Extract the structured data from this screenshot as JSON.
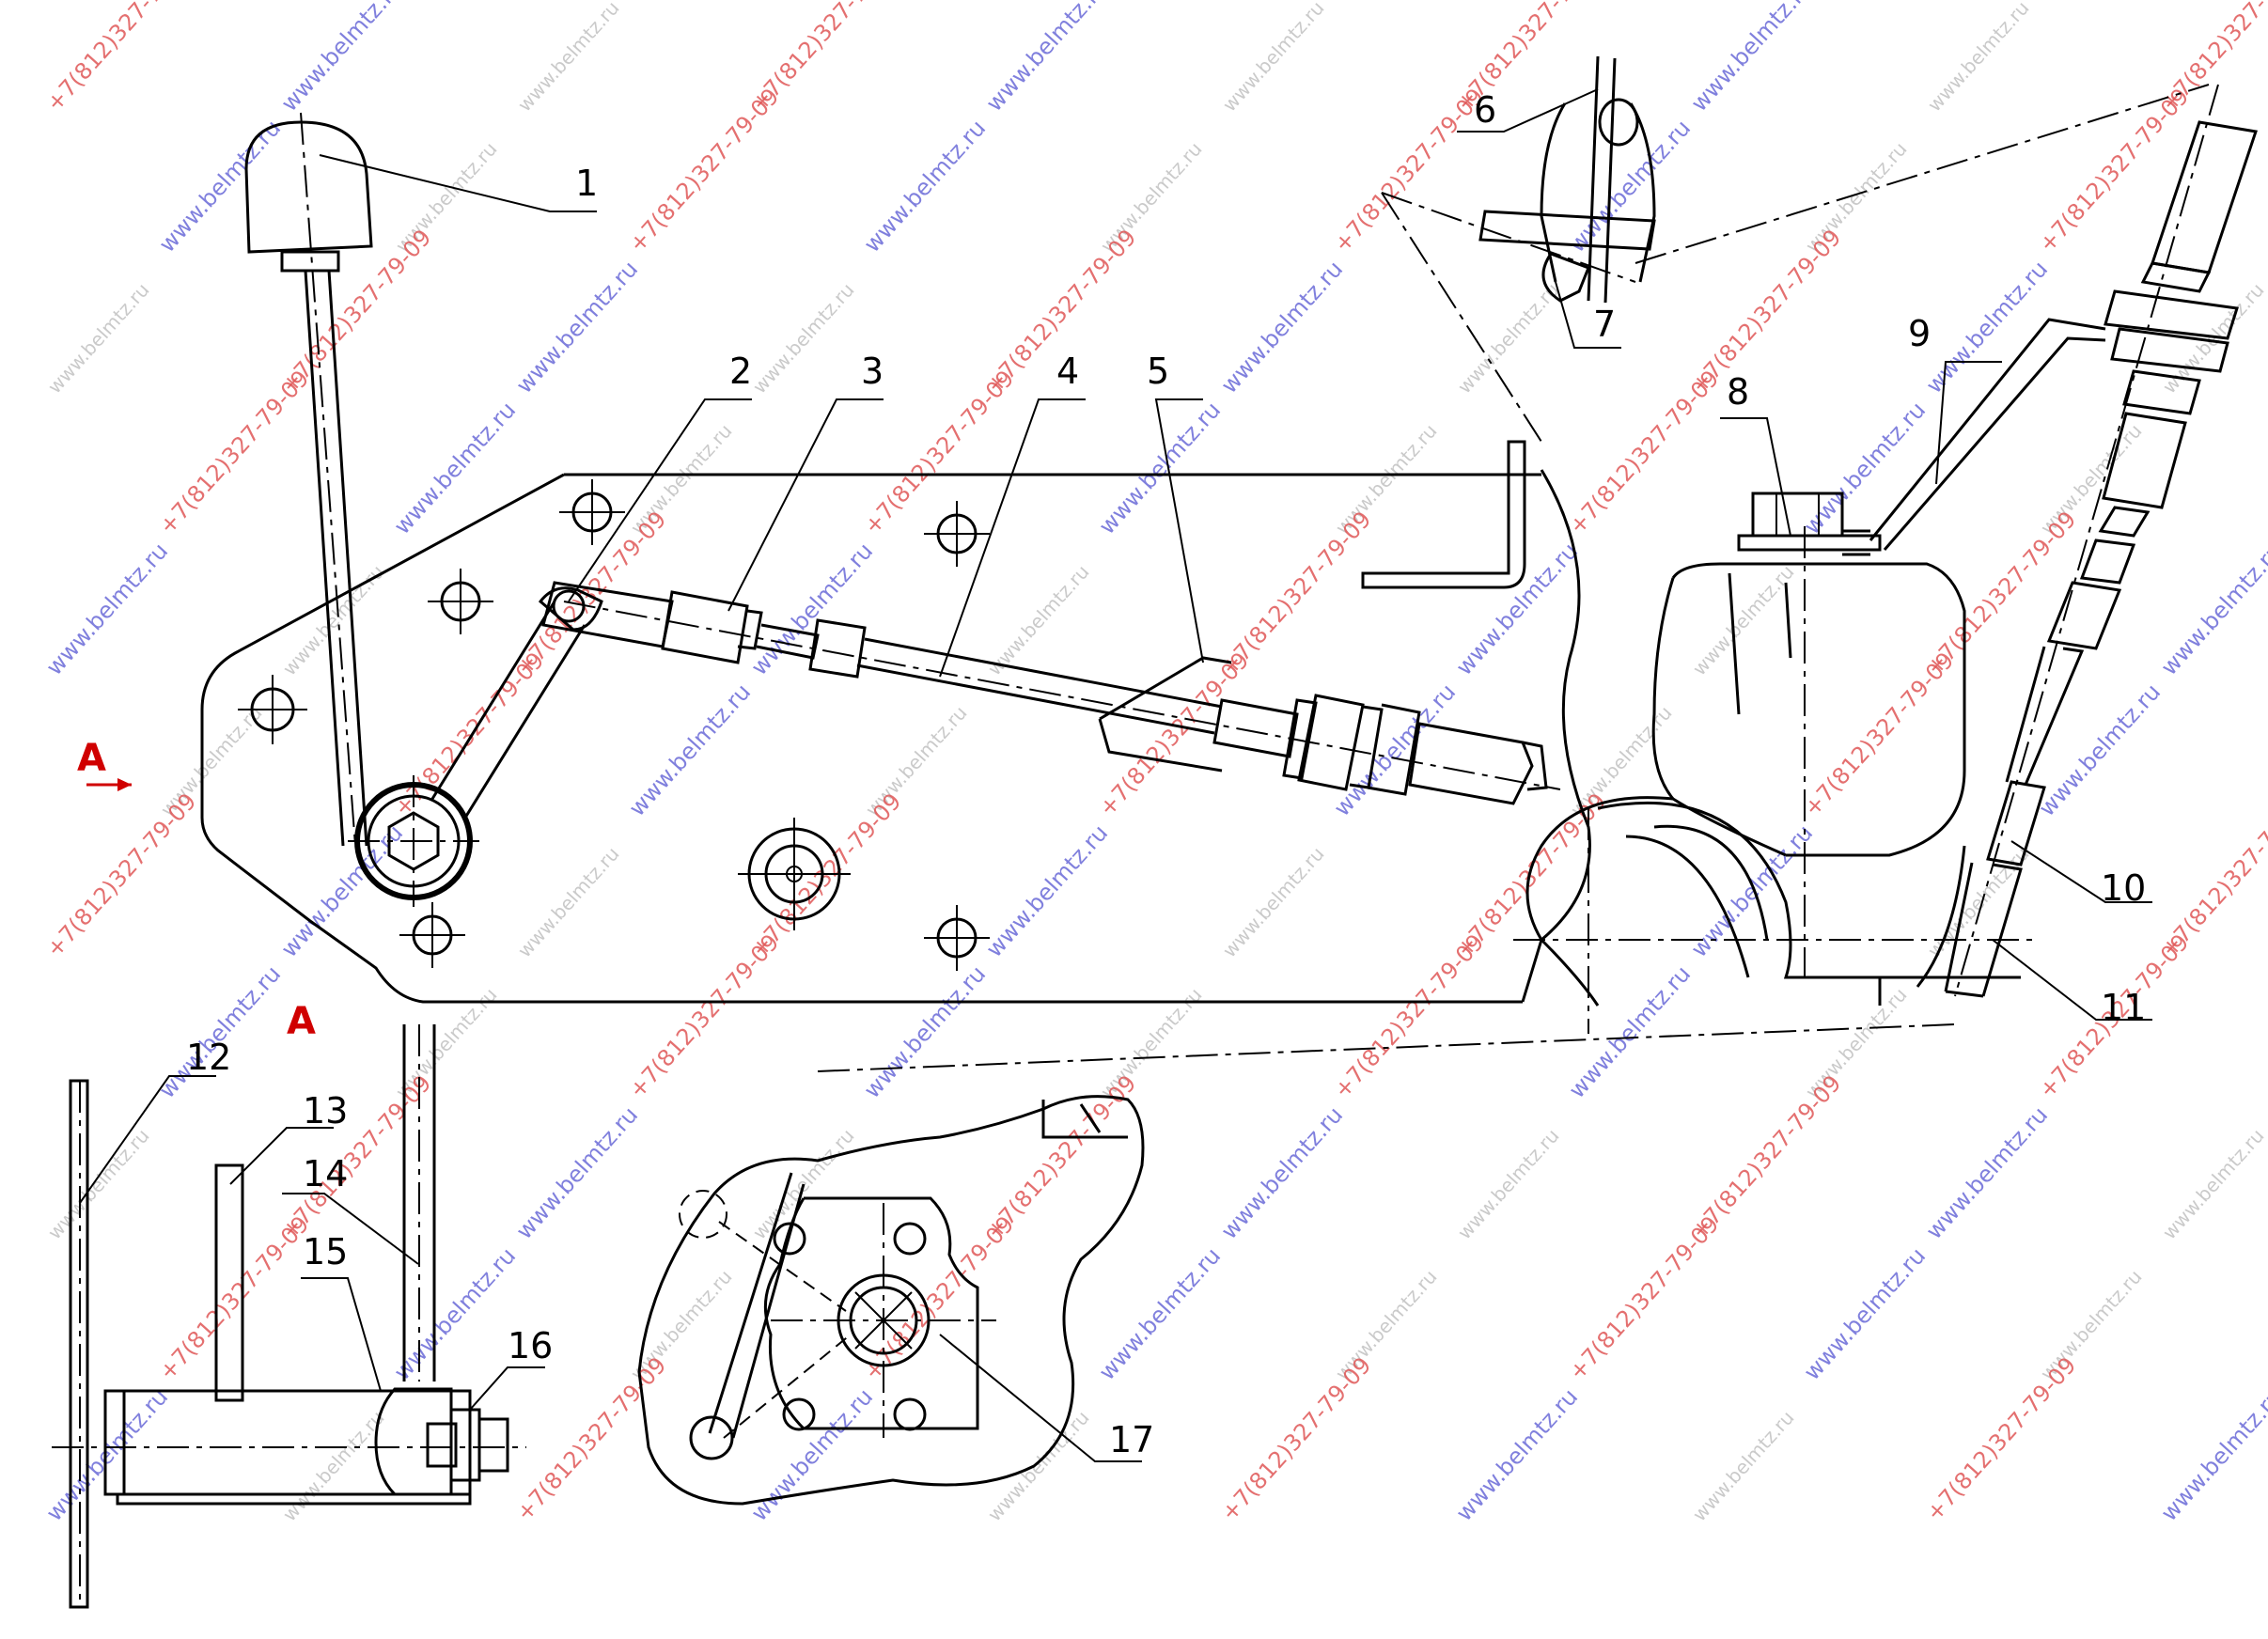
{
  "callouts": [
    "1",
    "2",
    "3",
    "4",
    "5",
    "6",
    "7",
    "8",
    "9",
    "10",
    "11",
    "12",
    "13",
    "14",
    "15",
    "16",
    "17"
  ],
  "view_labels": {
    "arrow_mark": "A",
    "section_mark": "A"
  },
  "watermarks": {
    "phone": "+7(812)327-79-09",
    "site": "www.belmtz.ru",
    "site_alt": "www.belmtz.ru"
  },
  "colors": {
    "ink": "#000000",
    "view_mark": "#d00000",
    "watermark_red": "#e05858",
    "watermark_blue": "#6a6ad8"
  }
}
